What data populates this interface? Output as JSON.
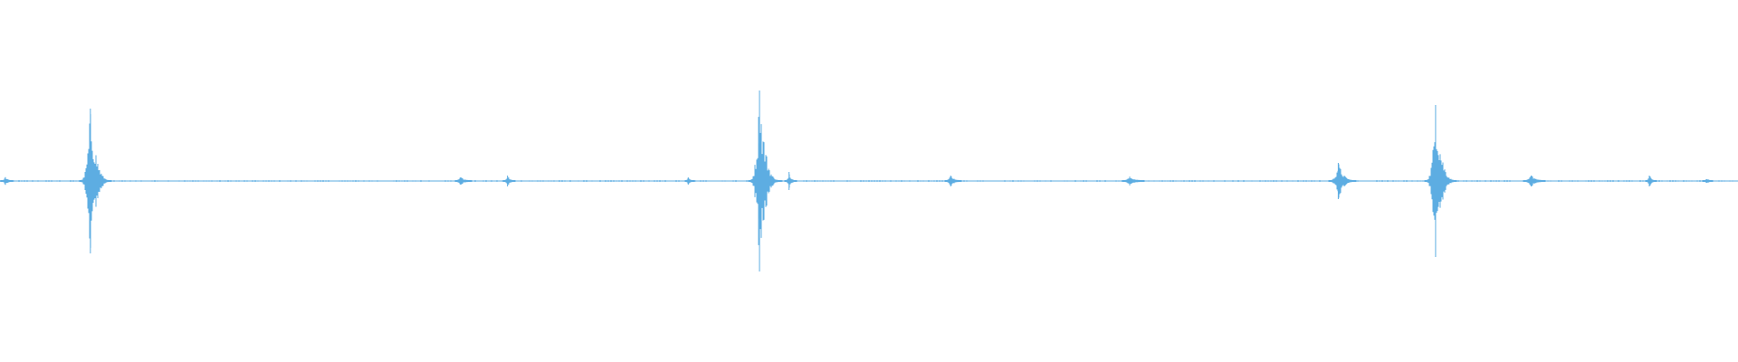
{
  "waveform": {
    "color": "#5dade2",
    "background": "#ffffff",
    "baseline_amplitude": 0.004,
    "duration_fraction_markers": [],
    "events": [
      {
        "position": 0.003,
        "amplitude": 0.02,
        "width": 0.004
      },
      {
        "position": 0.052,
        "amplitude": 0.4,
        "width": 0.012
      },
      {
        "position": 0.265,
        "amplitude": 0.02,
        "width": 0.006
      },
      {
        "position": 0.292,
        "amplitude": 0.03,
        "width": 0.004
      },
      {
        "position": 0.396,
        "amplitude": 0.02,
        "width": 0.003
      },
      {
        "position": 0.437,
        "amplitude": 0.5,
        "width": 0.012
      },
      {
        "position": 0.454,
        "amplitude": 0.05,
        "width": 0.004
      },
      {
        "position": 0.547,
        "amplitude": 0.03,
        "width": 0.006
      },
      {
        "position": 0.65,
        "amplitude": 0.02,
        "width": 0.008
      },
      {
        "position": 0.77,
        "amplitude": 0.1,
        "width": 0.01
      },
      {
        "position": 0.826,
        "amplitude": 0.42,
        "width": 0.012
      },
      {
        "position": 0.881,
        "amplitude": 0.03,
        "width": 0.008
      },
      {
        "position": 0.949,
        "amplitude": 0.03,
        "width": 0.004
      },
      {
        "position": 0.982,
        "amplitude": 0.01,
        "width": 0.003
      }
    ]
  }
}
